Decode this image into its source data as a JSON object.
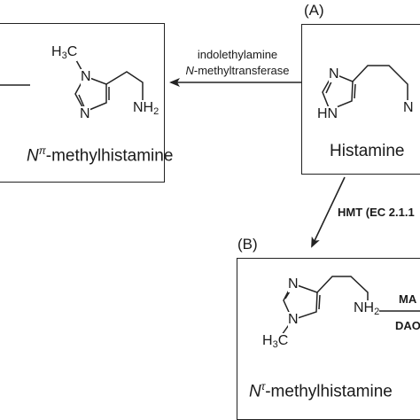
{
  "panel_a": {
    "label": "(A)",
    "compound": "Histamine",
    "atoms": {
      "n_ring_top": "N",
      "hn_ring": "HN",
      "n_amine_cut": "N"
    }
  },
  "panel_b": {
    "label": "(B)",
    "compound_prefix": "N",
    "compound_sup": "τ",
    "compound_suffix": "-methylhistamine",
    "atoms": {
      "h3c_h": "H",
      "h3c_3": "3",
      "h3c_c": "C",
      "n_ring_top": "N",
      "n_ring_bottom": "N",
      "nh2_nh": "NH",
      "nh2_2": "2"
    },
    "side_enzymes": {
      "top": "MA",
      "bottom": "DAO"
    }
  },
  "panel_left": {
    "compound_prefix": "N",
    "compound_sup": "π",
    "compound_suffix": "-methylhistamine",
    "atoms": {
      "h3c_h": "H",
      "h3c_3": "3",
      "h3c_c": "C",
      "n_ring_top": "N",
      "n_ring_bottom": "N",
      "nh2_nh": "NH",
      "nh2_2": "2"
    }
  },
  "enzyme_left": {
    "line1": "indolethylamine",
    "line2_italic": "N",
    "line2_rest": "-methyltransferase"
  },
  "enzyme_down": {
    "label": "HMT (EC 2.1.1"
  }
}
